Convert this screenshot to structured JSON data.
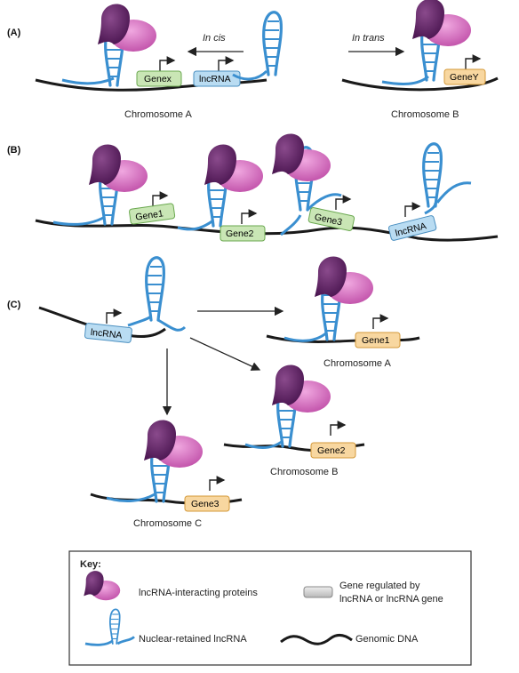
{
  "panels": {
    "a": {
      "label": "(A)",
      "in_cis": "In cis",
      "in_trans": "In trans",
      "genex": "Genex",
      "lncrna": "lncRNA",
      "geney": "GeneY",
      "chrom_a": "Chromosome A",
      "chrom_b": "Chromosome B"
    },
    "b": {
      "label": "(B)",
      "gene1": "Gene1",
      "gene2": "Gene2",
      "gene3": "Gene3",
      "lncrna": "lncRNA"
    },
    "c": {
      "label": "(C)",
      "lncrna": "lncRNA",
      "gene1": "Gene1",
      "gene2": "Gene2",
      "gene3": "Gene3",
      "chrom_a": "Chromosome A",
      "chrom_b": "Chromosome B",
      "chrom_c": "Chromosome C"
    }
  },
  "key": {
    "title": "Key:",
    "proteins": "lncRNA-interacting proteins",
    "gene_line1": "Gene regulated by",
    "gene_line2": "lncRNA or lncRNA gene",
    "lncrna": "Nuclear-retained lncRNA",
    "dna": "Genomic DNA"
  },
  "colors": {
    "dna": "#1a1a1a",
    "rna": "#3a8fd0",
    "protein_dark": "#6b2a6e",
    "protein_light": "#d46bbf",
    "gene_green": "#c9e6b5",
    "gene_blue": "#b9dcf2",
    "gene_orange": "#f8d7a0",
    "gene_grey": "#cfcfcf"
  }
}
